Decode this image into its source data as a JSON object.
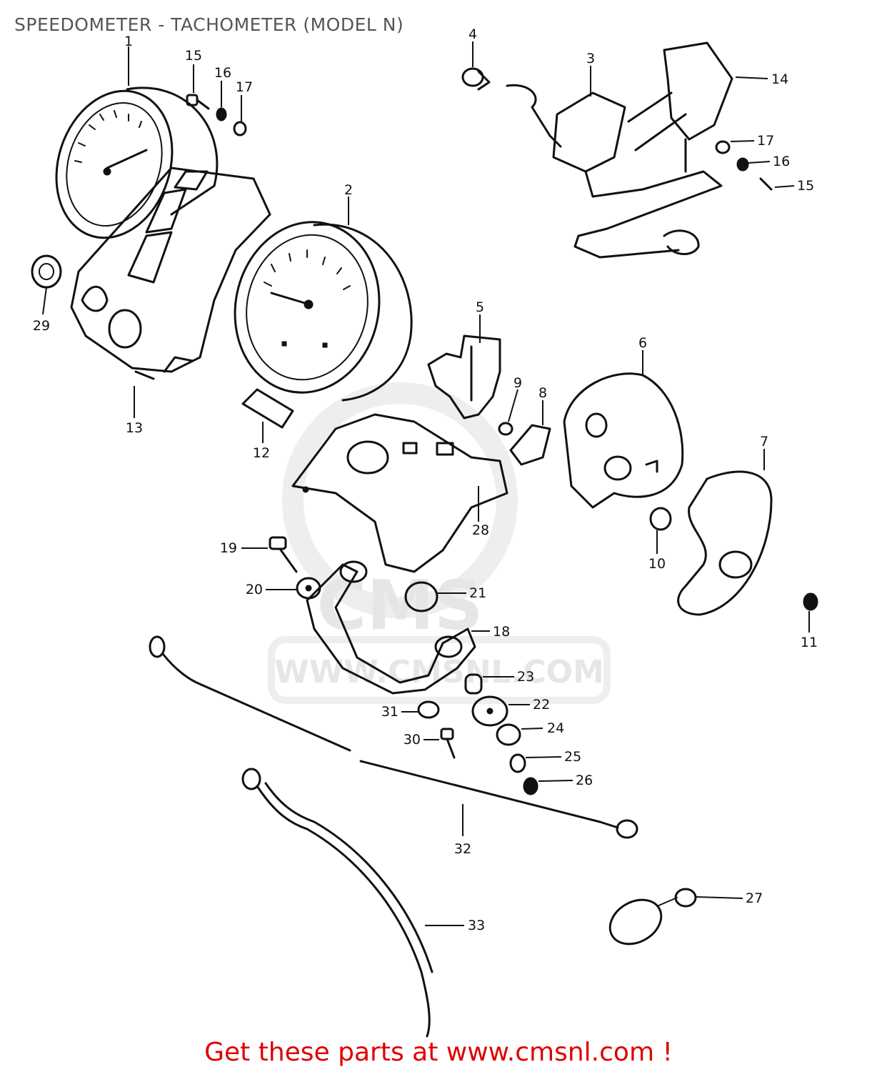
{
  "title": "SPEEDOMETER - TACHOMETER (MODEL N)",
  "footer_link": "Get these parts at www.cmsnl.com !",
  "colors": {
    "title": "#555555",
    "footer_link": "#e00000",
    "drawing": "#111111",
    "watermark": "#e6e6e6"
  },
  "watermark": {
    "logo": "CMS",
    "url": "WWW.CMSNL.COM"
  },
  "callouts": {
    "c1": "1",
    "c2": "2",
    "c3": "3",
    "c4": "4",
    "c5": "5",
    "c6": "6",
    "c7": "7",
    "c8": "8",
    "c9": "9",
    "c10": "10",
    "c11": "11",
    "c12": "12",
    "c13": "13",
    "c14": "14",
    "c15a": "15",
    "c15b": "15",
    "c16a": "16",
    "c16b": "16",
    "c17a": "17",
    "c17b": "17",
    "c18": "18",
    "c19": "19",
    "c20": "20",
    "c21": "21",
    "c22": "22",
    "c23": "23",
    "c24": "24",
    "c25": "25",
    "c26": "26",
    "c27": "27",
    "c28": "28",
    "c29": "29",
    "c30": "30",
    "c31": "31",
    "c32": "32",
    "c33": "33"
  }
}
